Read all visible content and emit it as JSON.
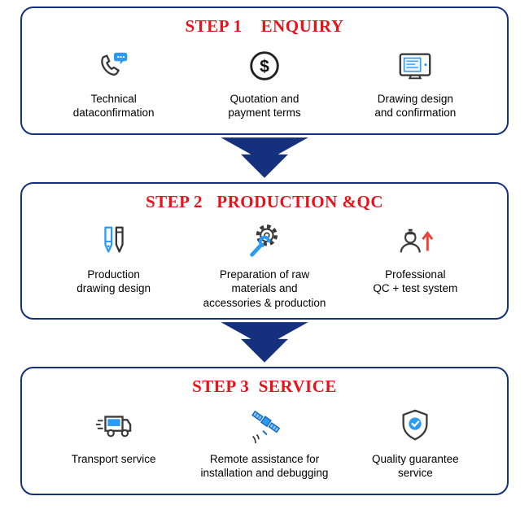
{
  "colors": {
    "title_red": "#e8121b",
    "box_border_blue": "#15317e",
    "arrow_blue": "#15317e",
    "icon_blue": "#2b9af3",
    "icon_dark": "#3a3a3a",
    "arrow_up_red": "#e84038"
  },
  "steps": [
    {
      "title": "STEP 1    ENQUIRY",
      "items": [
        {
          "icon": "phone-chat-icon",
          "label": "Technical\ndataconfirmation"
        },
        {
          "icon": "dollar-coin-icon",
          "label": "Quotation and\npayment terms"
        },
        {
          "icon": "drawing-tablet-icon",
          "label": "Drawing design\nand confirmation"
        }
      ]
    },
    {
      "title": "STEP 2   PRODUCTION &QC",
      "items": [
        {
          "icon": "pen-tools-icon",
          "label": "Production\ndrawing design"
        },
        {
          "icon": "gear-wrench-icon",
          "label": "Preparation of raw\nmaterials and\naccessories & production"
        },
        {
          "icon": "engineer-icon",
          "label": "Professional\nQC + test system"
        }
      ]
    },
    {
      "title": "STEP 3  SERVICE",
      "items": [
        {
          "icon": "truck-icon",
          "label": "Transport service"
        },
        {
          "icon": "satellite-icon",
          "label": "Remote assistance for\ninstallation and debugging"
        },
        {
          "icon": "shield-check-icon",
          "label": "Quality guarantee\nservice"
        }
      ]
    }
  ]
}
